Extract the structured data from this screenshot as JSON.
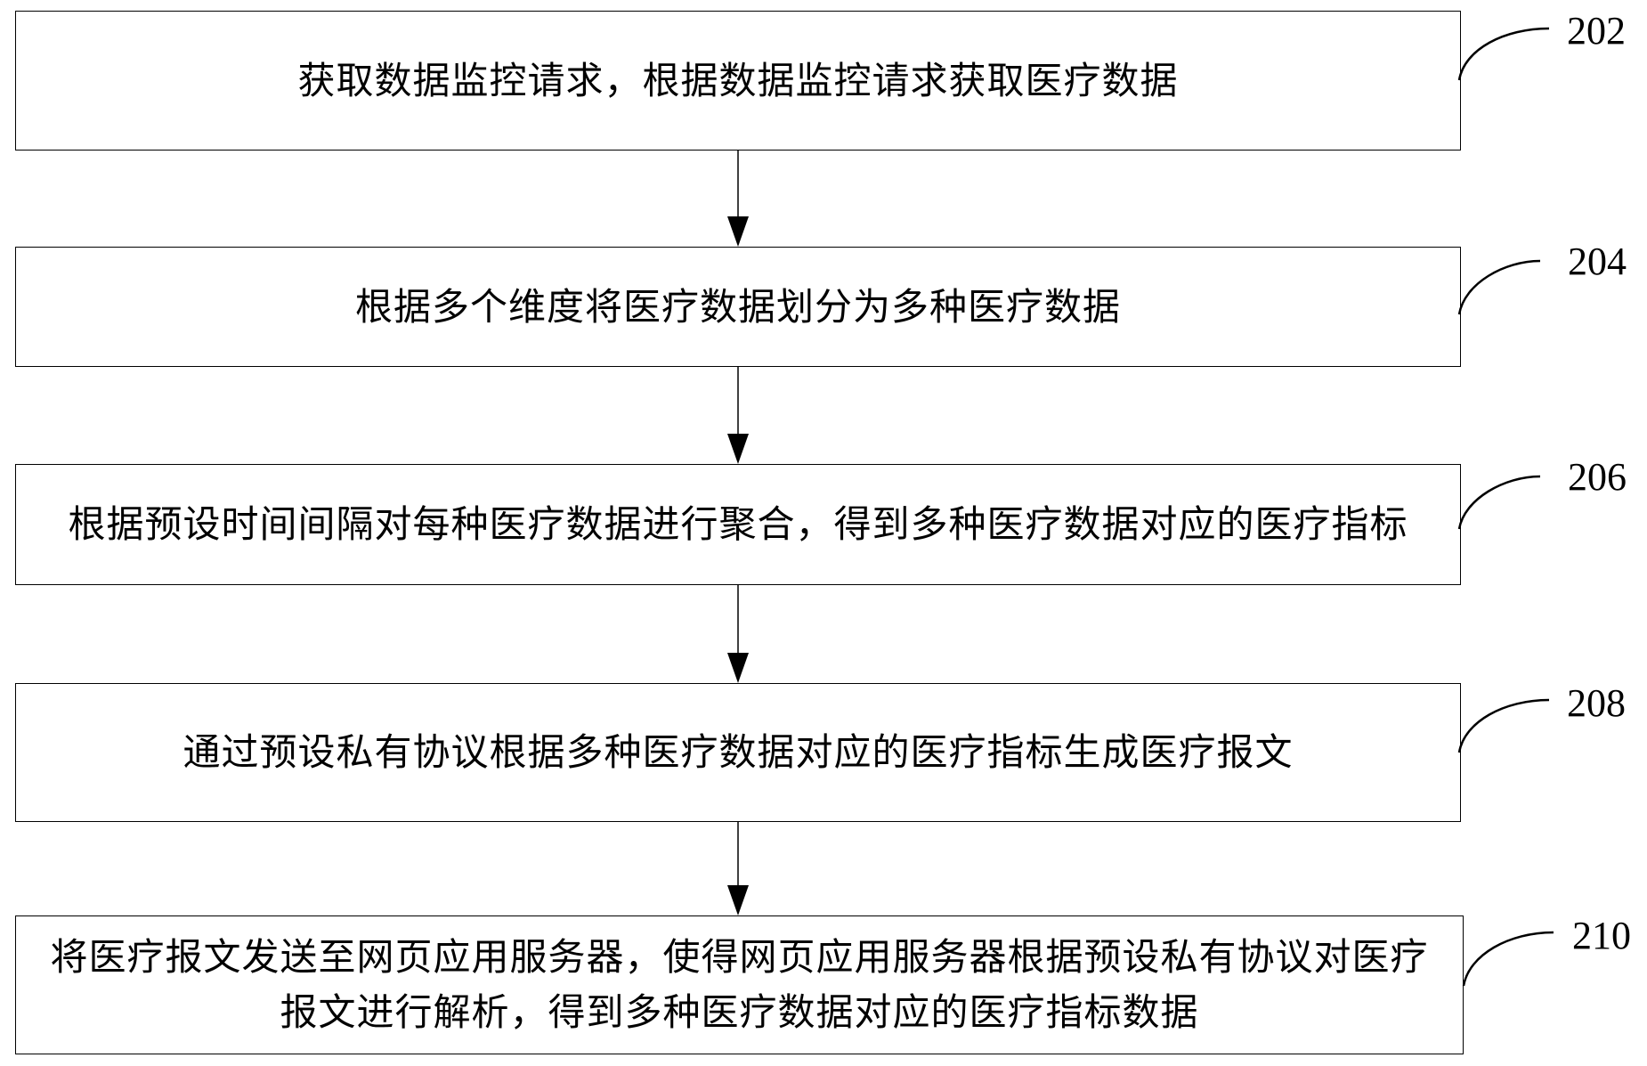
{
  "diagram": {
    "type": "flowchart",
    "steps": [
      {
        "ref": "202",
        "text": "获取数据监控请求，根据数据监控请求获取医疗数据"
      },
      {
        "ref": "204",
        "text": "根据多个维度将医疗数据划分为多种医疗数据"
      },
      {
        "ref": "206",
        "text": "根据预设时间间隔对每种医疗数据进行聚合，得到多种医疗数据对应的医疗指标"
      },
      {
        "ref": "208",
        "text": "通过预设私有协议根据多种医疗数据对应的医疗指标生成医疗报文"
      },
      {
        "ref": "210",
        "text": "将医疗报文发送至网页应用服务器，使得网页应用服务器根据预设私有协议对医疗报文进行解析，得到多种医疗数据对应的医疗指标数据"
      }
    ],
    "connections": [
      {
        "from": "202",
        "to": "204"
      },
      {
        "from": "204",
        "to": "206"
      },
      {
        "from": "206",
        "to": "208"
      },
      {
        "from": "208",
        "to": "210"
      }
    ]
  }
}
